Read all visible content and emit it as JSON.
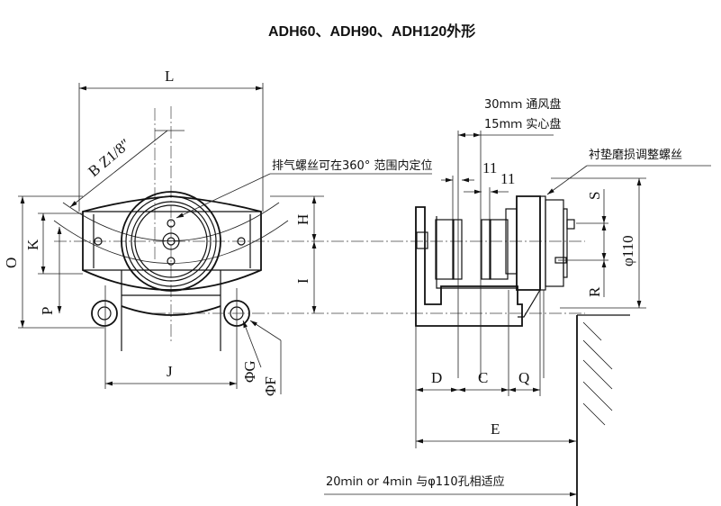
{
  "title": "ADH60、ADH90、ADH120外形",
  "front_view": {
    "dim_L": "L",
    "thread": "B Z1/8″",
    "vent_note": "排气螺丝可在360° 范围内定位",
    "dim_H": "H",
    "dim_I": "I",
    "dim_O": "O",
    "dim_K": "K",
    "dim_P": "P",
    "dim_J": "J",
    "dim_G": "ΦG",
    "dim_F": "ΦF"
  },
  "side_view": {
    "disc_vented": "30mｍ 通风盘",
    "disc_solid": "15mｍ 实心盘",
    "gap_1": "11",
    "gap_2": "11",
    "adjust_note": "衬垫磨损调整螺丝",
    "dim_S": "S",
    "dim_phi110": "φ110",
    "dim_R": "R",
    "dim_D": "D",
    "dim_C": "C",
    "dim_Q": "Q",
    "dim_E": "E",
    "bottom_note": "20ｍin or 4ｍin 与φ110孔相适应"
  }
}
